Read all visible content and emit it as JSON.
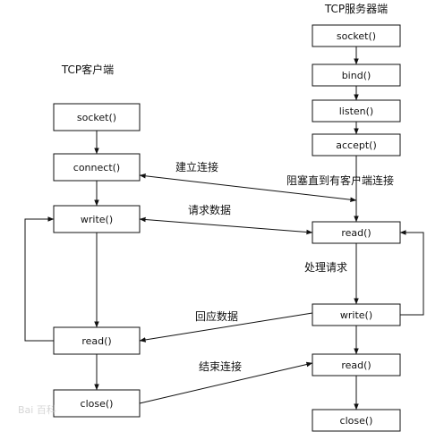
{
  "client": {
    "title": "TCP客户端",
    "socket": "socket()",
    "connect": "connect()",
    "write": "write()",
    "read": "read()",
    "close": "close()"
  },
  "server": {
    "title": "TCP服务器端",
    "socket": "socket()",
    "bind": "bind()",
    "listen": "listen()",
    "accept": "accept()",
    "read": "read()",
    "write": "write()",
    "read2": "read()",
    "close": "close()"
  },
  "labels": {
    "establish": "建立连接",
    "block": "阻塞直到有客户端连接",
    "request_data": "请求数据",
    "process": "处理请求",
    "reply_data": "回应数据",
    "end_connection": "结束连接"
  },
  "watermark": "Bai 百科"
}
